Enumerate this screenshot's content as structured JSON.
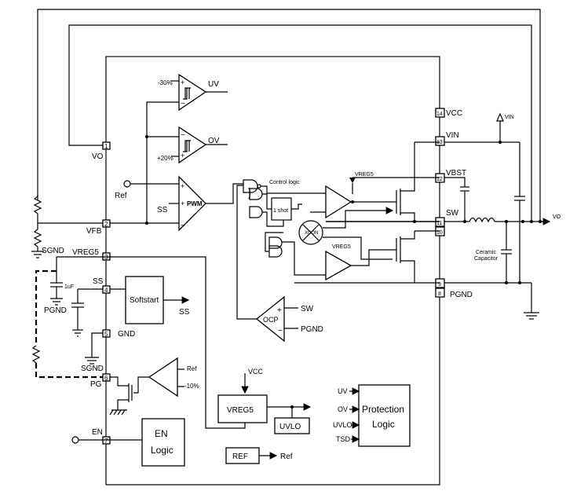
{
  "pins": {
    "vo": {
      "num": "1",
      "label": "VO"
    },
    "vfb": {
      "num": "2",
      "label": "VFB"
    },
    "vreg5": {
      "num": "3",
      "label": "VREG5"
    },
    "ss": {
      "num": "4",
      "label": "SS"
    },
    "gnd": {
      "num": "5",
      "label": "GND"
    },
    "pg": {
      "num": "6",
      "label": "PG"
    },
    "en": {
      "num": "7",
      "label": "EN"
    },
    "pgnd": {
      "num": "8",
      "label": "PGND"
    },
    "pgnd9": {
      "num": "9"
    },
    "sw10": {
      "num": "10"
    },
    "sw": {
      "num": "11",
      "label": "SW"
    },
    "vbst": {
      "num": "12",
      "label": "VBST"
    },
    "vin": {
      "num": "13",
      "label": "VIN"
    },
    "vcc": {
      "num": "14",
      "label": "VCC"
    }
  },
  "comparators": {
    "uv": {
      "label": "UV",
      "offset": "-30%"
    },
    "ov": {
      "label": "OV",
      "offset": "+20%"
    },
    "pwm": {
      "label": "PWM",
      "ref": "Ref",
      "ss": "SS"
    },
    "ocp": {
      "label": "OCP",
      "sw": "SW",
      "pgnd": "PGND"
    },
    "pg": {
      "ref": "Ref",
      "offset": "-10%"
    }
  },
  "blocks": {
    "softstart": {
      "label": "Softstart",
      "out": "SS"
    },
    "vreg5": {
      "label": "VREG5",
      "vcc": "VCC"
    },
    "uvlo": {
      "label": "UVLO"
    },
    "ref": {
      "label": "REF",
      "out": "Ref"
    },
    "en_logic": {
      "line1": "EN",
      "line2": "Logic"
    },
    "protection": {
      "line1": "Protection",
      "line2": "Logic",
      "inputs": [
        "UV",
        "OV",
        "UVLO",
        "TSD"
      ]
    },
    "control_logic": {
      "label": "Control logic"
    },
    "one_shot": {
      "label": "1 shot"
    },
    "xcon": {
      "label": "XCON"
    }
  },
  "external": {
    "sgnd": "SGND",
    "pgnd_left": "PGND",
    "sgnd2": "SGND",
    "cap_1uf": "1uF",
    "vin": "VIN",
    "vo": "VO",
    "ceramic1": "Ceramic",
    "ceramic2": "Capacitor",
    "vreg5_hi": "VREG5",
    "vreg5_lo": "VREG5"
  }
}
